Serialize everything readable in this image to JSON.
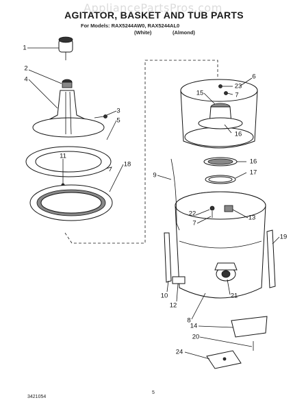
{
  "watermark": "AppliancePartsPros.com",
  "header": {
    "title": "AGITATOR, BASKET AND TUB PARTS",
    "models_line": "For Models: RAX5244AW0, RAX5244AL0",
    "color_left": "(White)",
    "color_right": "(Almond)"
  },
  "callouts": [
    {
      "id": "c1",
      "text": "1"
    },
    {
      "id": "c2",
      "text": "2"
    },
    {
      "id": "c3",
      "text": "3"
    },
    {
      "id": "c4",
      "text": "4"
    },
    {
      "id": "c5",
      "text": "5"
    },
    {
      "id": "c6",
      "text": "6"
    },
    {
      "id": "c7a",
      "text": "7"
    },
    {
      "id": "c7b",
      "text": "7"
    },
    {
      "id": "c8",
      "text": "8"
    },
    {
      "id": "c9",
      "text": "9"
    },
    {
      "id": "c10",
      "text": "10"
    },
    {
      "id": "c11",
      "text": "11"
    },
    {
      "id": "c12",
      "text": "12"
    },
    {
      "id": "c13",
      "text": "13"
    },
    {
      "id": "c14",
      "text": "14"
    },
    {
      "id": "c15",
      "text": "15"
    },
    {
      "id": "c16a",
      "text": "16"
    },
    {
      "id": "c16b",
      "text": "16"
    },
    {
      "id": "c17",
      "text": "17"
    },
    {
      "id": "c18",
      "text": "18"
    },
    {
      "id": "c19",
      "text": "19"
    },
    {
      "id": "c20",
      "text": "20"
    },
    {
      "id": "c21",
      "text": "21"
    },
    {
      "id": "c22",
      "text": "22"
    },
    {
      "id": "c23",
      "text": "23"
    },
    {
      "id": "c24",
      "text": "24"
    }
  ],
  "footer": {
    "doc_number": "3421054",
    "page": "5"
  }
}
